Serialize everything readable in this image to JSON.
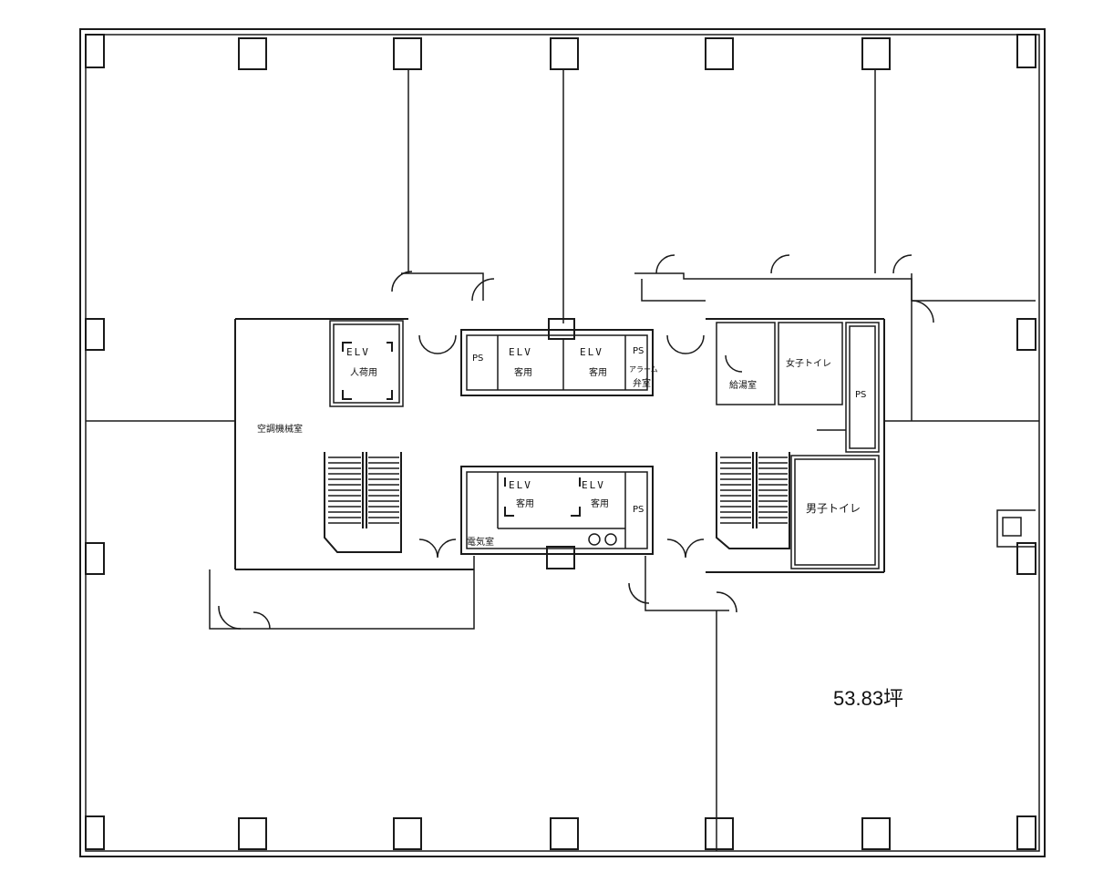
{
  "rooms": {
    "elv_freight": {
      "code": "ELV",
      "use": "人荷用"
    },
    "elv_p1": {
      "code": "ELV",
      "use": "客用"
    },
    "elv_p2": {
      "code": "ELV",
      "use": "客用"
    },
    "elv_p3": {
      "code": "ELV",
      "use": "客用"
    },
    "elv_p4": {
      "code": "ELV",
      "use": "客用"
    },
    "ps_1": "PS",
    "ps_2": "PS",
    "ps_3": "PS",
    "ps_4": "PS",
    "alarm_valve": [
      "アラーム",
      "弁室"
    ],
    "kyuto": "給湯室",
    "womens_toilet": "女子トイレ",
    "mens_toilet": "男子トイレ",
    "hvac_room": "空調機械室",
    "electrical_room": "電気室"
  },
  "area_label": "53.83坪"
}
